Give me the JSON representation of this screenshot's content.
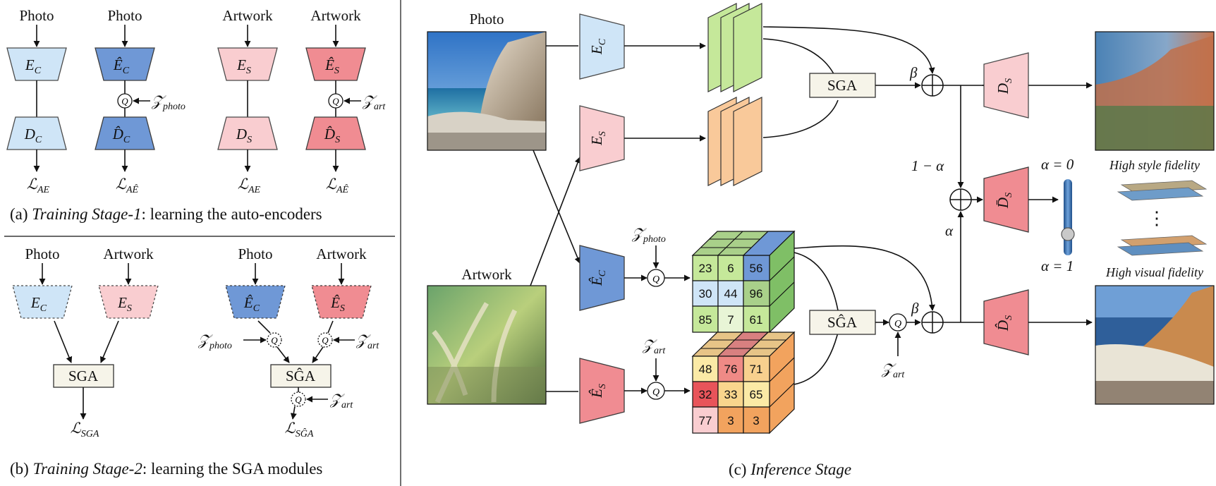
{
  "inputs": {
    "photo": "Photo",
    "artwork": "Artwork"
  },
  "modules": {
    "ec": "E",
    "ec_sub": "C",
    "dc": "D",
    "dc_sub": "C",
    "es": "E",
    "es_sub": "S",
    "ds": "D",
    "ds_sub": "S",
    "ec_hat": "Ê",
    "dc_hat": "D̂",
    "es_hat": "Ê",
    "ds_hat": "D̂",
    "ds_bar": "D̄",
    "sga": "SGA",
    "sga_hat": "SĜA",
    "q": "Q"
  },
  "symbols": {
    "z": "𝒵",
    "z_photo_sub": "photo",
    "z_art_sub": "art",
    "loss": "ℒ",
    "loss_ae_sub": "AE",
    "loss_ae_hat_sub": "AÊ",
    "loss_sga_sub": "SGA",
    "loss_sga_hat_sub": "SĜA",
    "beta": "β",
    "alpha": "α",
    "one_minus_alpha": "1 − α",
    "alpha_eq_0": "α = 0",
    "alpha_eq_1": "α = 1",
    "dots": "⋮"
  },
  "fidelity": {
    "style": "High style fidelity",
    "visual": "High visual fidelity"
  },
  "captions": {
    "a_prefix": "(a) ",
    "a_italic": "Training Stage-1",
    "a_rest": ": learning the auto-encoders",
    "b_prefix": "(b) ",
    "b_italic": "Training Stage-2",
    "b_rest": ": learning the SGA modules",
    "c_prefix": "(c) ",
    "c_italic": "Inference Stage"
  },
  "cubes": {
    "content_values": [
      [
        "23",
        "6",
        "56"
      ],
      [
        "30",
        "44",
        "96"
      ],
      [
        "85",
        "7",
        "61"
      ]
    ],
    "style_values": [
      [
        "48",
        "76",
        "71"
      ],
      [
        "32",
        "33",
        "65"
      ],
      [
        "77",
        "3",
        "3"
      ]
    ]
  },
  "colors": {
    "content_light": "#cfe5f7",
    "content_dark": "#6f98d6",
    "style_light": "#f9cdd0",
    "style_dark": "#f08c92",
    "sga_fill": "#f6f4e9",
    "feature_green": "#c5e89a",
    "feature_orange": "#f9c99a",
    "slider": "#3f78b8"
  }
}
